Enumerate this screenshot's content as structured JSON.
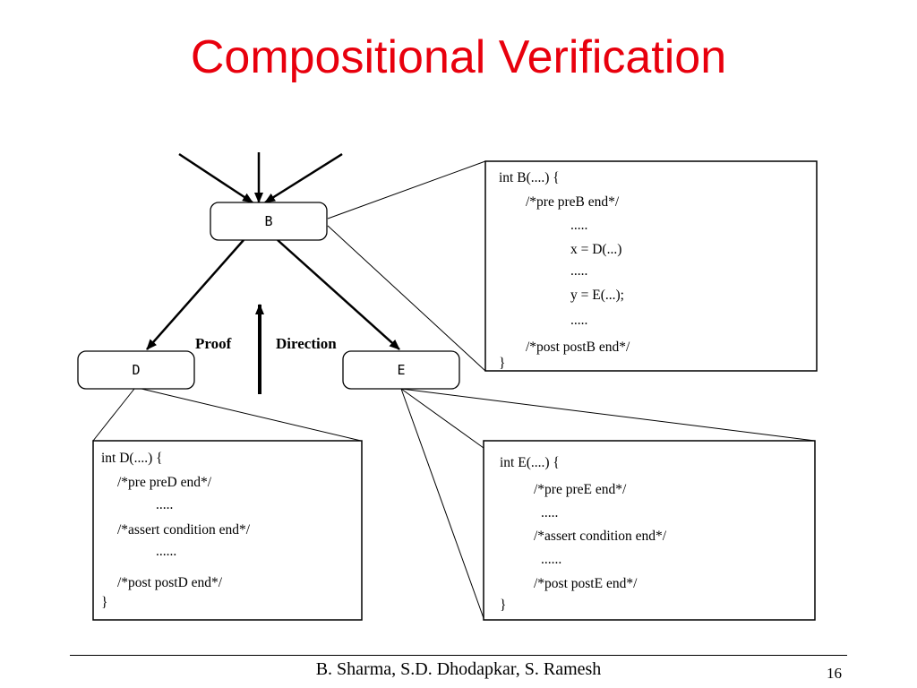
{
  "slide": {
    "title": "Compositional Verification",
    "footer": {
      "authors": "B. Sharma, S.D. Dhodapkar, S. Ramesh",
      "page": "16"
    }
  },
  "diagram": {
    "nodes": {
      "b": "B",
      "d": "D",
      "e": "E"
    },
    "proof_label": "Proof",
    "direction_label": "Direction",
    "code_b": [
      "int B(....)  {",
      "/*pre   preB   end*/",
      ".....",
      "x = D(...)",
      ".....",
      "y = E(...);",
      ".....",
      "/*post   postB   end*/",
      "}"
    ],
    "code_d": [
      "int D(....)  {",
      "/*pre   preD   end*/",
      ".....",
      "/*assert  condition  end*/",
      "......",
      "/*post  postD   end*/",
      "}"
    ],
    "code_e": [
      "int E(....) {",
      "/*pre  preE  end*/",
      ".....",
      "/*assert  condition  end*/",
      "......",
      "/*post  postE  end*/",
      "}"
    ]
  }
}
